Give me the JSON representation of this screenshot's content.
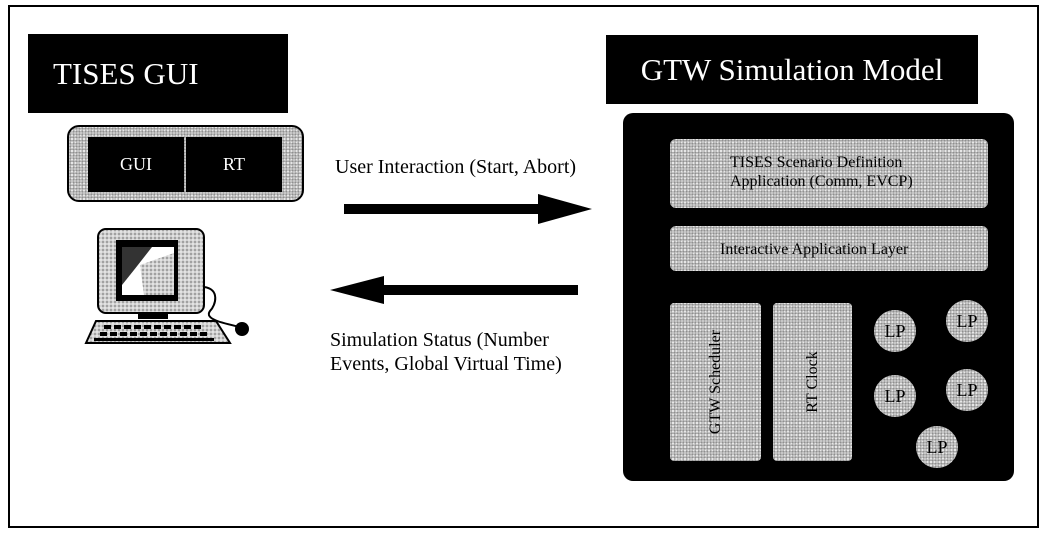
{
  "left_title": "TISES GUI",
  "right_title": "GTW Simulation Model",
  "gui_panel": {
    "gui_label": "GUI",
    "rt_label": "RT"
  },
  "arrow_top_label": "User Interaction (Start, Abort)",
  "arrow_bottom_label": {
    "line1": "Simulation Status (Number",
    "line2": "Events, Global Virtual Time)"
  },
  "model": {
    "scenario_line1": "TISES Scenario Definition",
    "scenario_line2": "Application (Comm, EVCP)",
    "interactive_layer": "Interactive Application Layer",
    "scheduler": "GTW Scheduler",
    "clock": "RT Clock",
    "lp_label": "LP"
  },
  "colors": {
    "box_black": "#000000",
    "fill_gray": "#c7c7c7"
  }
}
